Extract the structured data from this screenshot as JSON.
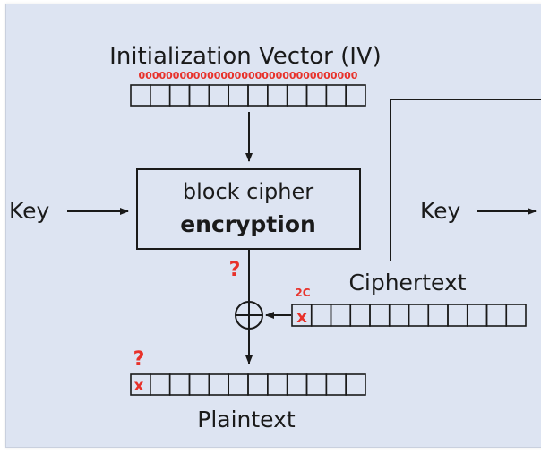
{
  "iv": {
    "title": "Initialization Vector (IV)",
    "value": "00000000000000000000000000000000"
  },
  "block_cipher": {
    "line1": "block cipher",
    "line2": "encryption"
  },
  "key_left": "Key",
  "key_right": "Key",
  "ciphertext": {
    "label": "Ciphertext",
    "byte_hex": "2C",
    "marker": "x"
  },
  "plaintext": {
    "label": "Plaintext",
    "marker": "x",
    "question": "?"
  },
  "xor_question": "?",
  "block_cells": 12,
  "colors": {
    "background": "#dde4f2",
    "accent_red": "#e8312a",
    "stroke": "#1a1a1a"
  }
}
